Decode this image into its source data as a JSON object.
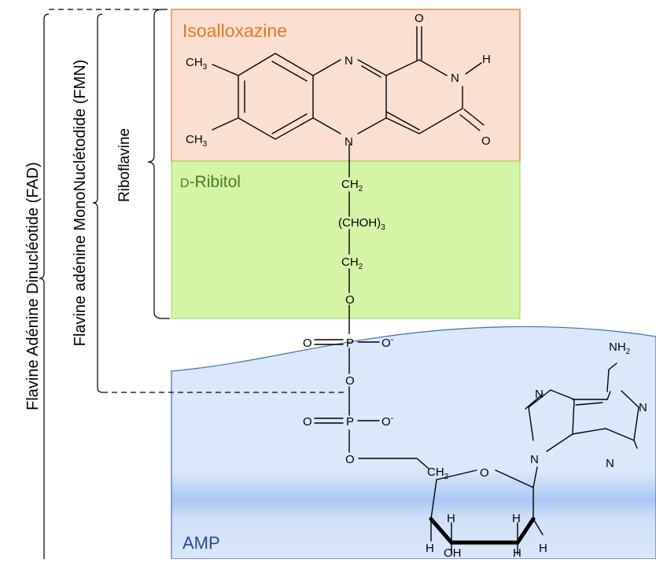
{
  "regions": {
    "isoalloxazine": {
      "label": "Isoalloxazine",
      "color": "#e87722",
      "fill": "#fbe0d2",
      "border": "#e8874a"
    },
    "ribitol": {
      "label_prefix": "D",
      "label": "-Ribitol",
      "color": "#4a7a1e",
      "fill": "#d5f5a6",
      "border": "#9fcf6a"
    },
    "amp": {
      "label": "AMP",
      "color": "#1f4e8c",
      "fill_top": "#dbe8fb",
      "fill_band": "#9cc0f5"
    }
  },
  "brackets": {
    "fad": "Flavine Adénine Dinucléotide (FAD)",
    "fmn": "Flavine adénine MonoNuclétodide (FMN)",
    "riboflavine": "Riboflavine"
  },
  "atoms": {
    "ch3": "CH",
    "ch3_sub": "3",
    "n": "N",
    "o": "O",
    "h": "H",
    "ch2": "CH",
    "ch2_sub": "2",
    "chohn": "(CHOH)",
    "chohn_sub": "3",
    "p": "P",
    "o_minus": "O",
    "minus": "-",
    "nh2": "NH",
    "nh2_sub": "2",
    "oh": "OH"
  }
}
